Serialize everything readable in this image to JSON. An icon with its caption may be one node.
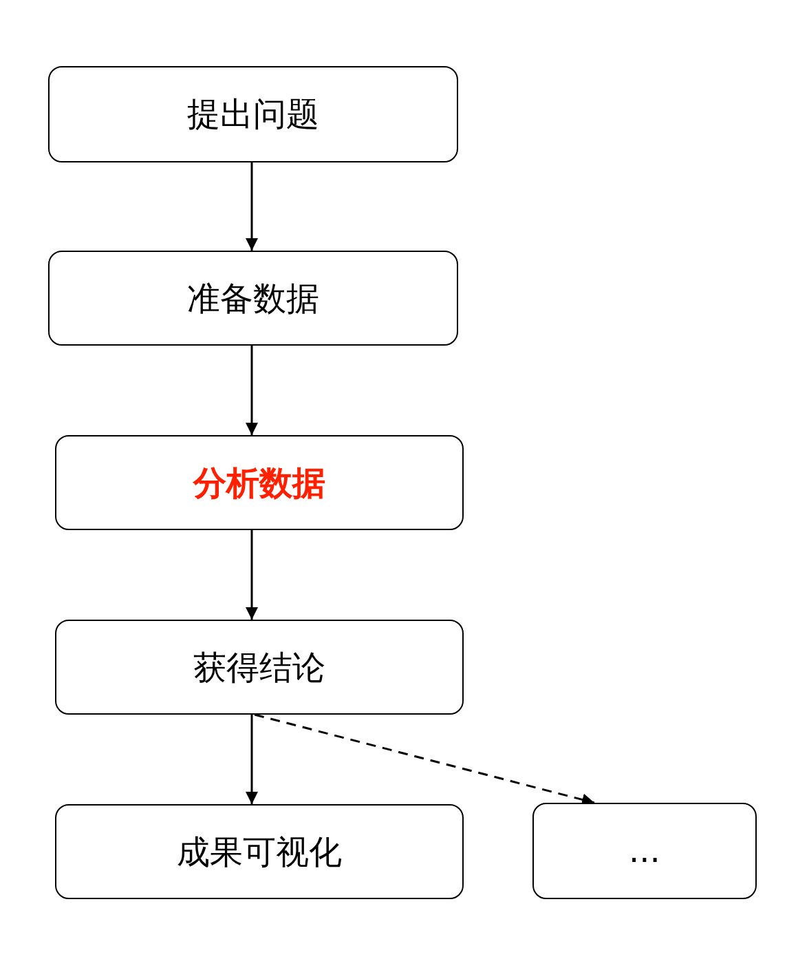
{
  "diagram": {
    "nodes": [
      {
        "text": [
          "提出问题"
        ]
      },
      {
        "text": [
          "准备数据"
        ]
      },
      {
        "text": [
          "分析数据"
        ]
      },
      {
        "text": [
          "获得结论"
        ]
      },
      {
        "text": [
          "成果可视化"
        ]
      },
      {
        "text": [
          "..."
        ]
      }
    ],
    "edges": [
      {
        "from": 0,
        "to": 1,
        "arrow": "to"
      },
      {
        "from": 1,
        "to": 2,
        "arrow": "to"
      },
      {
        "from": 2,
        "to": 3,
        "arrow": "to"
      },
      {
        "from": 3,
        "to": 4,
        "arrow": "to"
      },
      {
        "from": 3,
        "to": 5,
        "arrow": "to",
        "style": "dashed"
      }
    ]
  }
}
